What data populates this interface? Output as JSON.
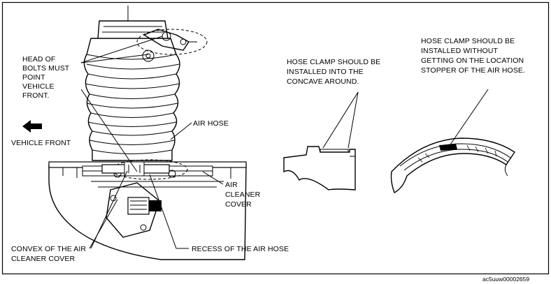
{
  "labels": {
    "head_of_bolts": [
      "HEAD OF",
      "BOLTS MUST",
      "POINT",
      "VEHICLE",
      "FRONT."
    ],
    "air_hose": "AIR HOSE",
    "vehicle_front": "VEHICLE FRONT",
    "air_cleaner_cover": [
      "AIR",
      "CLEANER",
      "COVER"
    ],
    "convex": [
      "CONVEX OF THE AIR",
      "CLEANER COVER"
    ],
    "recess": "RECESS OF THE AIR HOSE",
    "clamp_concave": [
      "HOSE CLAMP SHOULD BE",
      "INSTALLED INTO THE",
      "CONCAVE AROUND."
    ],
    "clamp_stopper": [
      "HOSE CLAMP SHOULD BE",
      "INSTALLED WITHOUT",
      "GETTING ON THE LOCATION",
      "STOPPER OF THE AIR HOSE."
    ]
  },
  "figure_code": "ac5uuw00002659",
  "icons": {
    "front_arrow": "arrow-left-icon"
  }
}
